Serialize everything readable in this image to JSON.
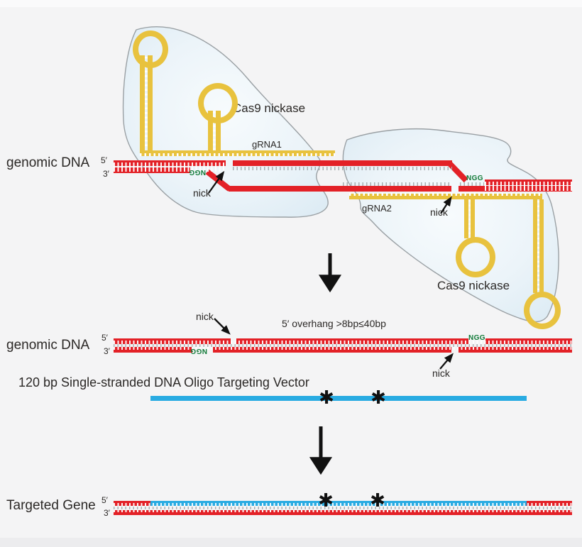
{
  "top": {
    "genomic_dna": "genomic DNA",
    "five_prime": "5′",
    "three_prime": "3′",
    "cas9_left": "Cas9 nickase",
    "cas9_right": "Cas9 nickase",
    "grna1": "gRNA1",
    "grna2": "gRNA2",
    "nick_left": "nick",
    "nick_right": "nick",
    "pam_left": "NGG",
    "pam_right": "NGG"
  },
  "middle": {
    "nick_left": "nick",
    "nick_right": "nick",
    "overhang": "5′ overhang >8bp≤40bp",
    "genomic_dna": "genomic DNA",
    "five_prime": "5′",
    "three_prime": "3′",
    "pam_left": "NGG",
    "pam_right": "NGG",
    "oligo_caption": "120 bp Single-stranded DNA Oligo Targeting Vector",
    "mutation_mark": "✱"
  },
  "bottom": {
    "targeted_gene": "Targeted Gene",
    "five_prime": "5′",
    "three_prime": "3′",
    "mutation_mark": "✱"
  },
  "colors": {
    "dna_red": "#e32127",
    "grna_yellow": "#e8c23e",
    "oligo_blue": "#29abe2",
    "pam_green": "#117a38",
    "nickase_cell_fill": "#e7f1f8",
    "nickase_cell_outline": "#9aa0a4",
    "text": "#2b2826",
    "background": "#f4f4f5"
  }
}
